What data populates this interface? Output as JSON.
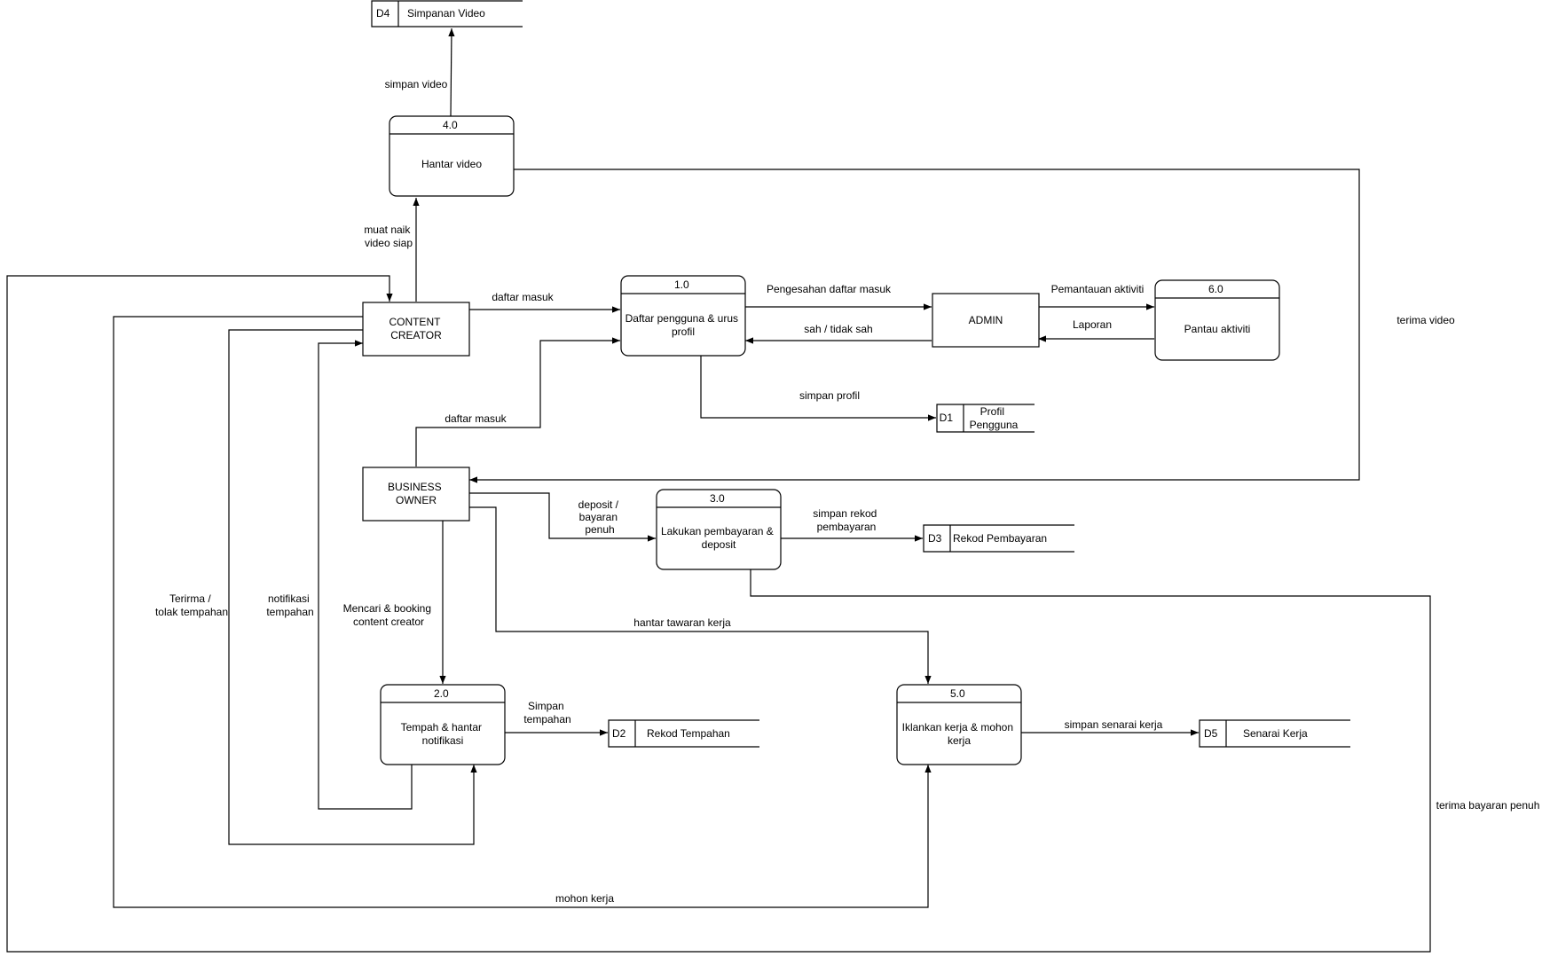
{
  "colors": {
    "stroke": "#000000",
    "background": "#ffffff",
    "text": "#000000"
  },
  "entities": {
    "content_creator": [
      "CONTENT",
      "CREATOR"
    ],
    "business_owner": [
      "BUSINESS",
      "OWNER"
    ],
    "admin": [
      "ADMIN"
    ]
  },
  "processes": {
    "p1": {
      "id": "1.0",
      "name": [
        "Daftar pengguna & urus",
        "profil"
      ]
    },
    "p2": {
      "id": "2.0",
      "name": [
        "Tempah & hantar",
        "notifikasi"
      ]
    },
    "p3": {
      "id": "3.0",
      "name": [
        "Lakukan pembayaran &",
        "deposit"
      ]
    },
    "p4": {
      "id": "4.0",
      "name": [
        "Hantar video"
      ]
    },
    "p5": {
      "id": "5.0",
      "name": [
        "Iklankan kerja & mohon",
        "kerja"
      ]
    },
    "p6": {
      "id": "6.0",
      "name": [
        "Pantau aktiviti"
      ]
    }
  },
  "stores": {
    "d1": {
      "id": "D1",
      "name": [
        "Profil",
        "Pengguna"
      ]
    },
    "d2": {
      "id": "D2",
      "name": [
        "Rekod Tempahan"
      ]
    },
    "d3": {
      "id": "D3",
      "name": [
        "Rekod Pembayaran"
      ]
    },
    "d4": {
      "id": "D4",
      "name": [
        "Simpanan Video"
      ]
    },
    "d5": {
      "id": "D5",
      "name": [
        "Senarai Kerja"
      ]
    }
  },
  "flows": {
    "simpan_video": [
      "simpan video"
    ],
    "muat_naik": [
      "muat naik",
      "video siap"
    ],
    "cc_daftar_masuk": [
      "daftar masuk"
    ],
    "pengesahan": [
      "Pengesahan daftar masuk"
    ],
    "sah": [
      "sah / tidak sah"
    ],
    "pemantauan": [
      "Pemantauan aktiviti"
    ],
    "laporan": [
      "Laporan"
    ],
    "simpan_profil": [
      "simpan profil"
    ],
    "bo_daftar_masuk": [
      "daftar masuk"
    ],
    "terima_video": [
      "terima video"
    ],
    "deposit": [
      "deposit /",
      "bayaran",
      "penuh"
    ],
    "simpan_rekod": [
      "simpan rekod",
      "pembayaran"
    ],
    "mencari": [
      "Mencari & booking",
      "content creator"
    ],
    "hantar_tawaran": [
      "hantar tawaran kerja"
    ],
    "terirma": [
      "Terirma /",
      "tolak tempahan"
    ],
    "notifikasi": [
      "notifikasi",
      "tempahan"
    ],
    "simpan_tempahan": [
      "Simpan",
      "tempahan"
    ],
    "simpan_senarai": [
      "simpan senarai kerja"
    ],
    "terima_bayaran": [
      "terima bayaran penuh"
    ],
    "mohon_kerja": [
      "mohon kerja"
    ]
  }
}
